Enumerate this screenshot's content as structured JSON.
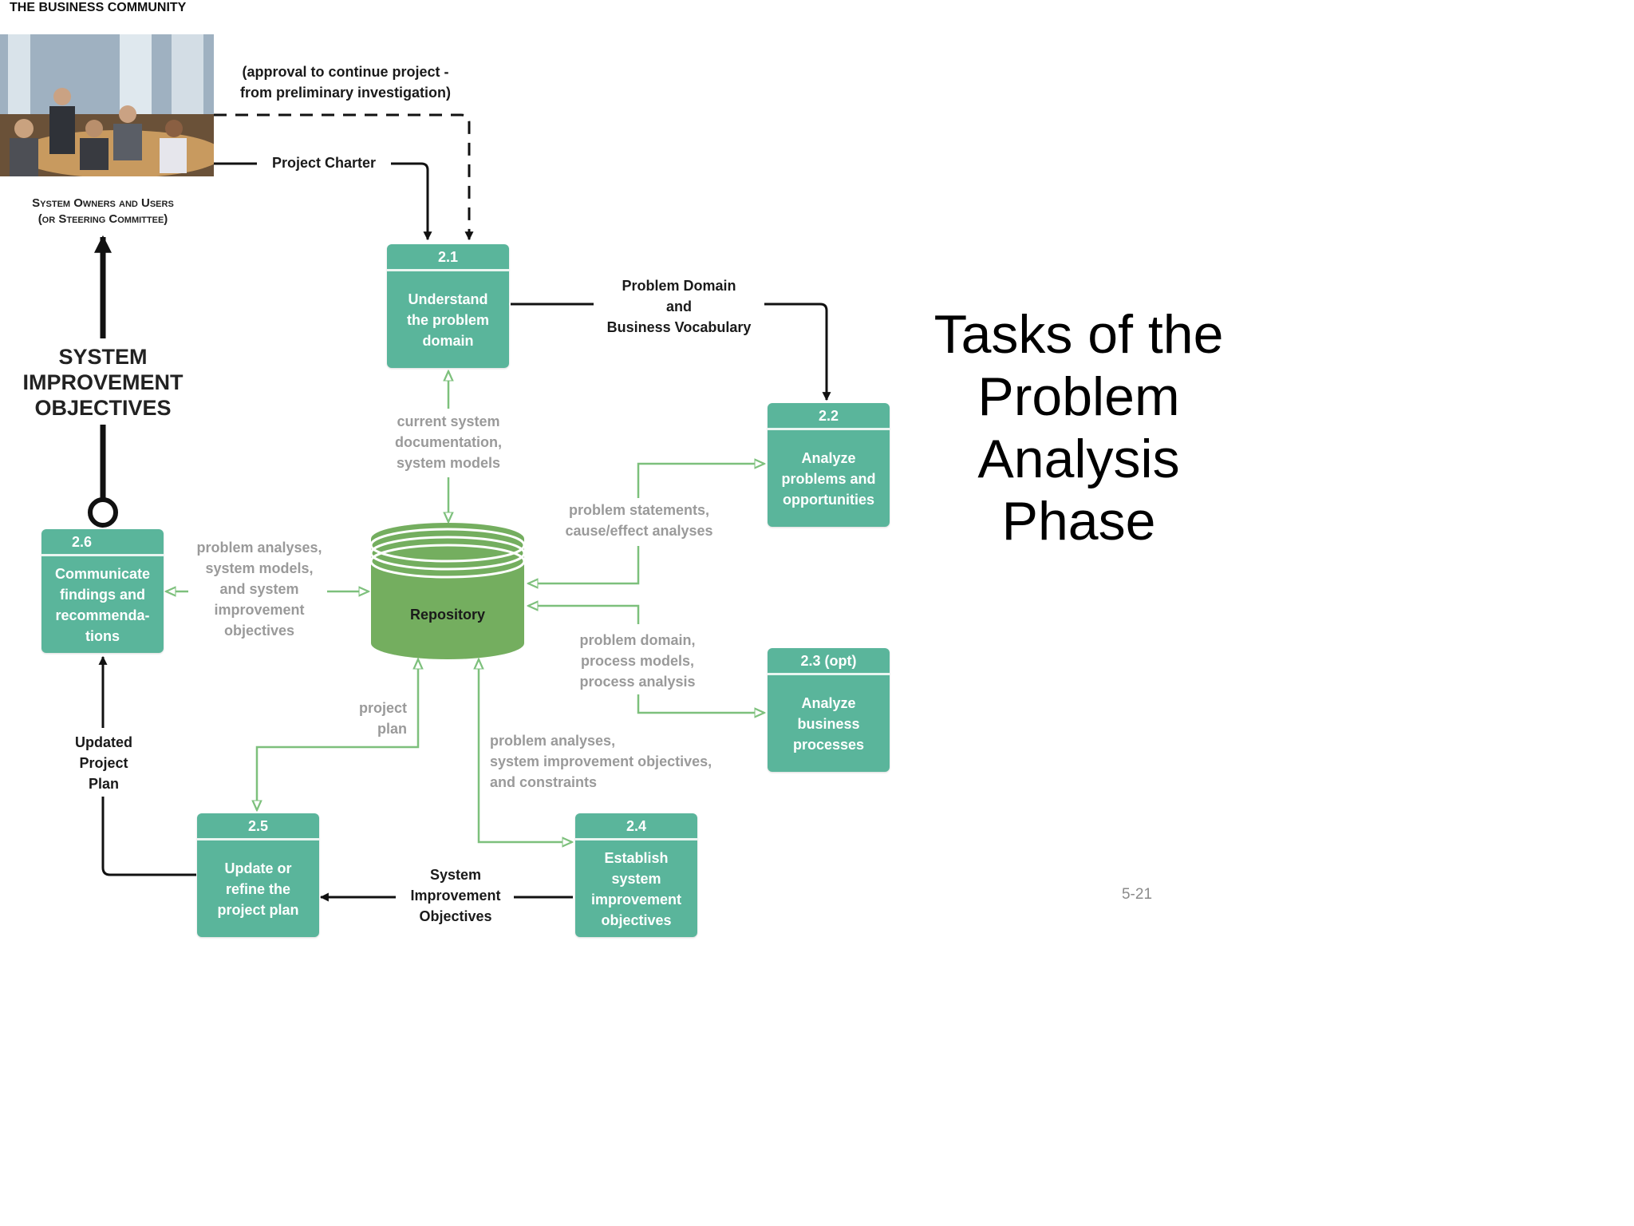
{
  "title": {
    "lines": [
      "Tasks of the",
      "Problem",
      "Analysis",
      "Phase"
    ]
  },
  "page_number": "5-21",
  "colors": {
    "process_fill": "#5ab59b",
    "repository_fill": "#74ae5f",
    "grey_flow_line": "#7dc07c",
    "dark_line": "#111111",
    "grey_text": "#9a9a9a"
  },
  "external_agent": {
    "heading": "THE BUSINESS COMMUNITY",
    "caption_line1": "System Owners and Users",
    "caption_line2": "(or Steering Committee)",
    "photo_icon": "business-meeting-photo"
  },
  "system_improvement_objectives": {
    "line1": "SYSTEM",
    "line2": "IMPROVEMENT",
    "line3": "OBJECTIVES"
  },
  "processes": {
    "p21": {
      "id": "2.1",
      "lines": [
        "Understand",
        "the problem",
        "domain"
      ]
    },
    "p22": {
      "id": "2.2",
      "lines": [
        "Analyze",
        "problems and",
        "opportunities"
      ]
    },
    "p23": {
      "id": "2.3 (opt)",
      "lines": [
        "Analyze",
        "business",
        "processes"
      ]
    },
    "p24": {
      "id": "2.4",
      "lines": [
        "Establish",
        "system",
        "improvement",
        "objectives"
      ]
    },
    "p25": {
      "id": "2.5",
      "lines": [
        "Update or",
        "refine the",
        "project plan"
      ]
    },
    "p26": {
      "id": "2.6",
      "lines": [
        "Communicate",
        "findings and",
        "recommenda-",
        "tions"
      ]
    }
  },
  "repository": {
    "label": "Repository"
  },
  "flows": {
    "approval": [
      "(approval to continue project -",
      "from preliminary investigation)"
    ],
    "project_charter": [
      "Project Charter"
    ],
    "problem_domain": [
      "Problem Domain",
      "and",
      "Business Vocabulary"
    ],
    "current_system": [
      "current system",
      "documentation,",
      "system models"
    ],
    "problem_statements": [
      "problem statements,",
      "cause/effect analyses"
    ],
    "problem_domain_models": [
      "problem domain,",
      "process models,",
      "process analysis"
    ],
    "problem_analyses_left": [
      "problem analyses,",
      "system models,",
      "and system",
      "improvement",
      "objectives"
    ],
    "project_plan": [
      "project",
      "plan"
    ],
    "problem_analyses_bottom": [
      "problem analyses,",
      "system improvement objectives,",
      "and constraints"
    ],
    "system_improvement_objectives_flow": [
      "System",
      "Improvement",
      "Objectives"
    ],
    "updated_project_plan": [
      "Updated",
      "Project",
      "Plan"
    ]
  }
}
